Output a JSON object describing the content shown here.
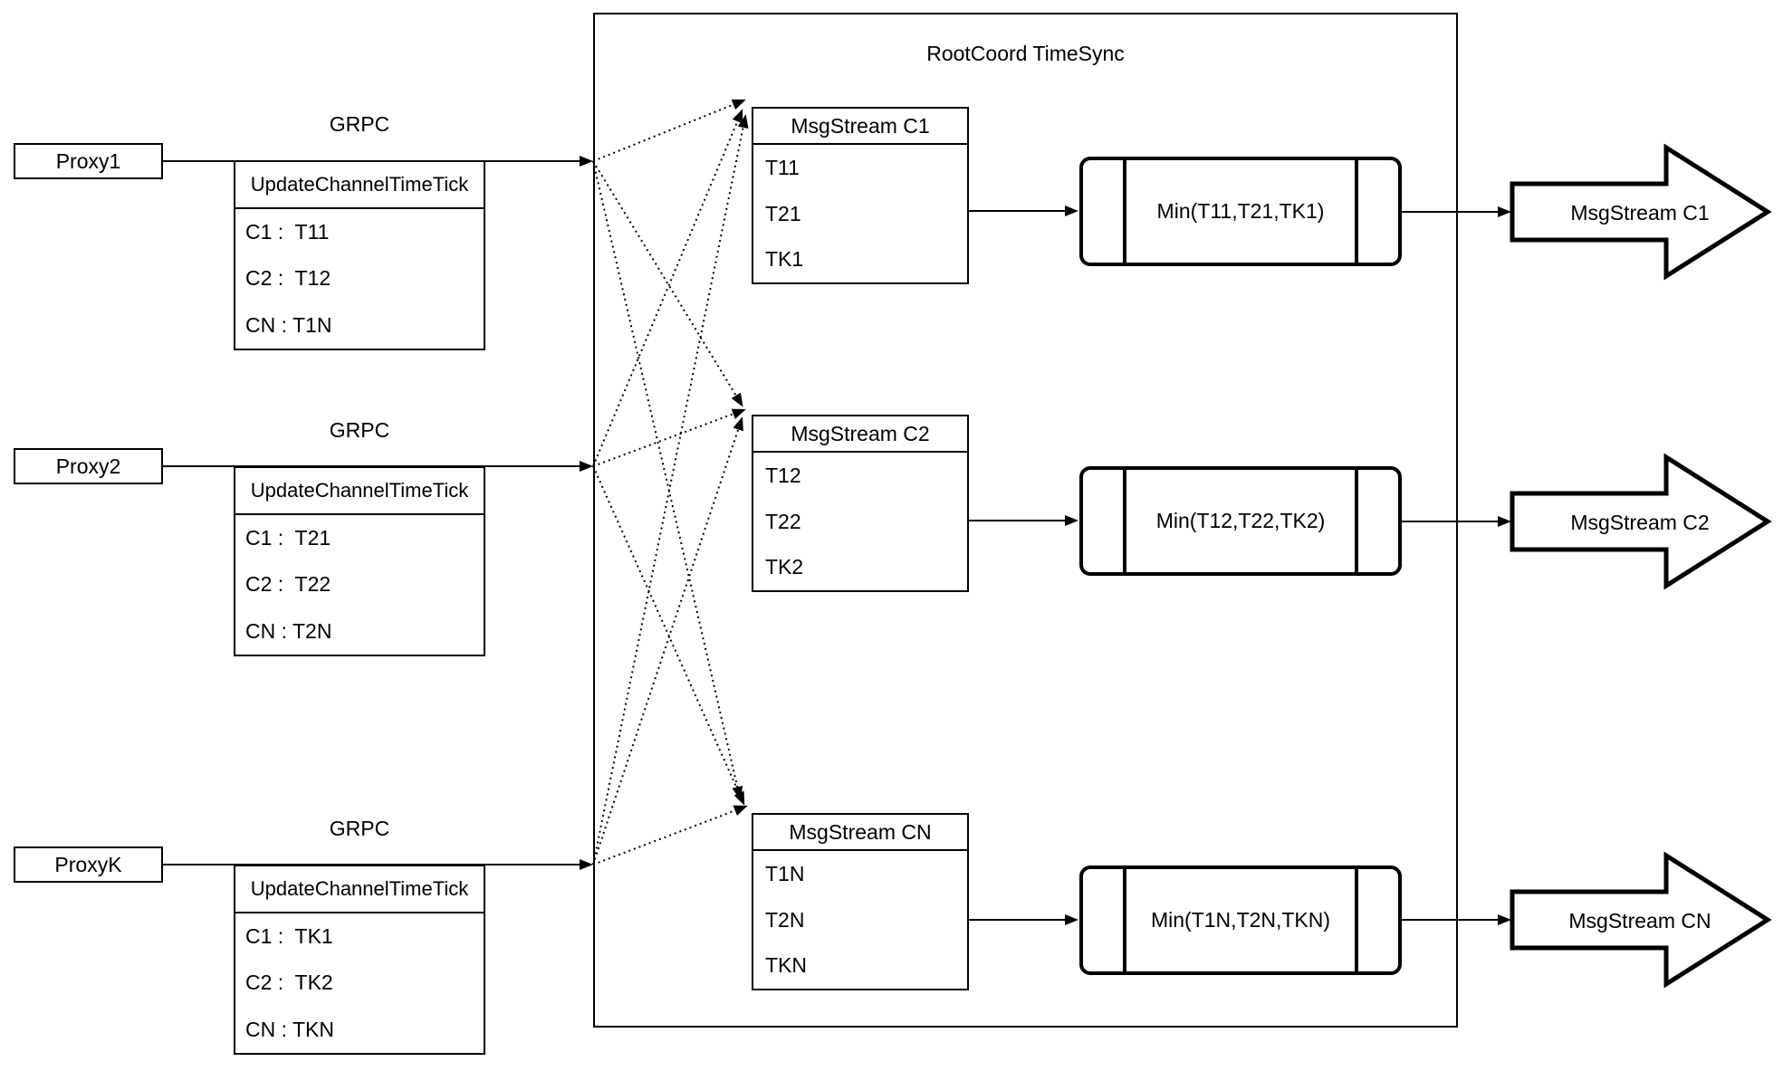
{
  "diagram": {
    "root_title": "RootCoord TimeSync",
    "proxies": [
      {
        "name": "Proxy1",
        "protocol": "GRPC",
        "table": {
          "header": "UpdateChannelTimeTick",
          "rows": [
            "C1 :  T11",
            "C2 :  T12",
            "CN : T1N"
          ]
        }
      },
      {
        "name": "Proxy2",
        "protocol": "GRPC",
        "table": {
          "header": "UpdateChannelTimeTick",
          "rows": [
            "C1 :  T21",
            "C2 :  T22",
            "CN : T2N"
          ]
        }
      },
      {
        "name": "ProxyK",
        "protocol": "GRPC",
        "table": {
          "header": "UpdateChannelTimeTick",
          "rows": [
            "C1 :  TK1",
            "C2 :  TK2",
            "CN : TKN"
          ]
        }
      }
    ],
    "streams": [
      {
        "header": "MsgStream C1",
        "ticks": [
          "T11",
          "T21",
          "TK1"
        ],
        "min_label": "Min(T11,T21,TK1)",
        "output_label": "MsgStream C1"
      },
      {
        "header": "MsgStream C2",
        "ticks": [
          "T12",
          "T22",
          "TK2"
        ],
        "min_label": "Min(T12,T22,TK2)",
        "output_label": "MsgStream C2"
      },
      {
        "header": "MsgStream CN",
        "ticks": [
          "T1N",
          "T2N",
          "TKN"
        ],
        "min_label": "Min(T1N,T2N,TKN)",
        "output_label": "MsgStream CN"
      }
    ],
    "colors": {
      "line": "#000000",
      "background": "#ffffff"
    }
  }
}
